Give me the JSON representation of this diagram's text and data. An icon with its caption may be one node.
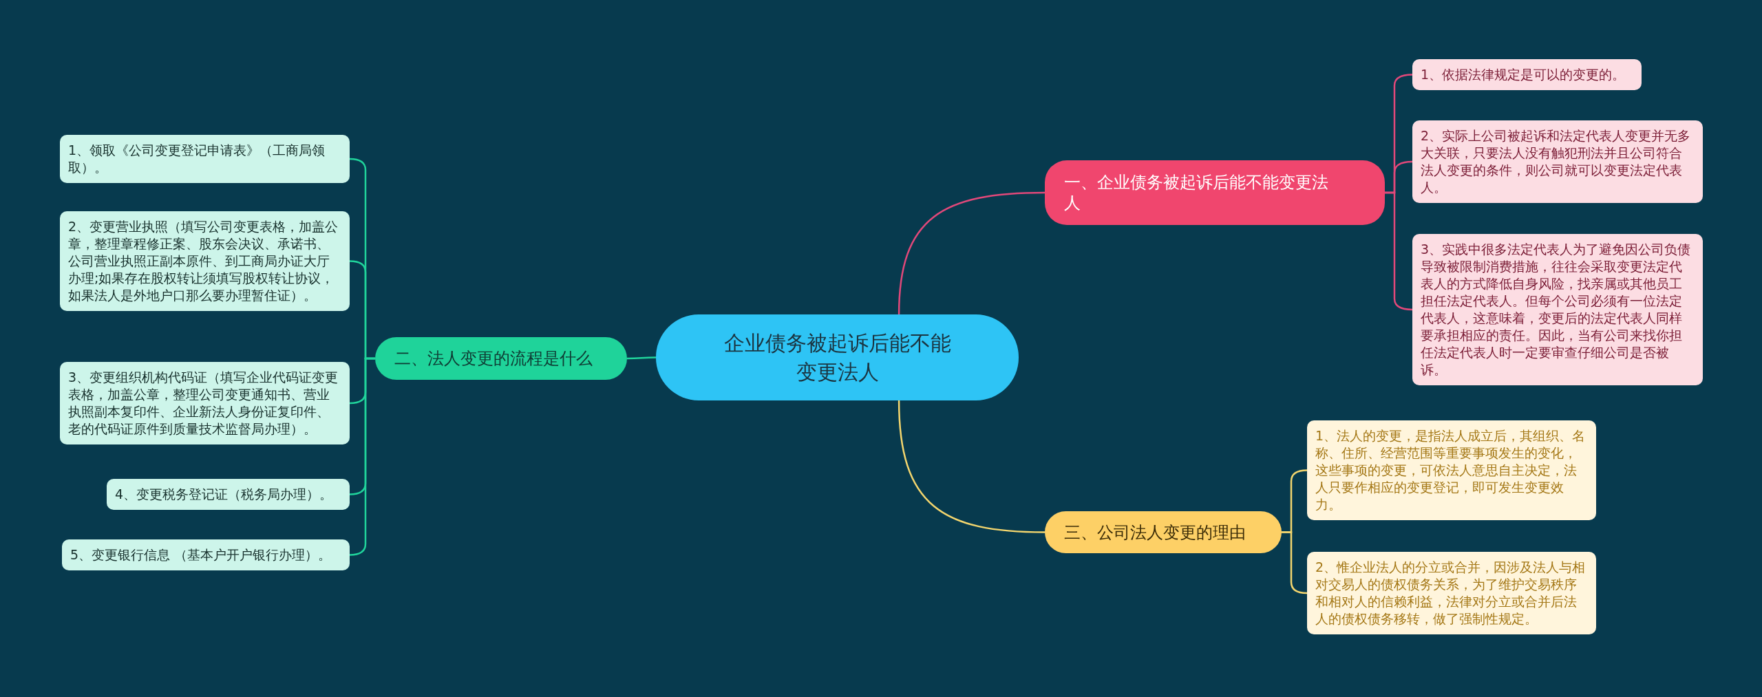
{
  "diagram": {
    "nodes": [
      {
        "text": [
          "企业债务被起诉后能不能变更法人"
        ]
      },
      {
        "text": [
          "一、企业债务被起诉后能不能变更法人"
        ]
      },
      {
        "text": [
          "1、依据法律规定是可以的变更的。"
        ]
      },
      {
        "text": [
          "2、实际上公司被起诉和法定代表人变更并无多大关联，只要法人没有触犯刑法并且公司符合法人变更的条件，则公司就可以变更法定代表人。"
        ]
      },
      {
        "text": [
          "3、实践中很多法定代表人为了避免因公司负债导致被限制消费措施，往往会采取变更法定代表人的方式降低自身风险，找亲属或其他员工担任法定代表人。但每个公司必须有一位法定代表人，这意味着，变更后的法定代表人同样要承担相应的责任。因此，当有公司来找你担任法定代表人时一定要审查仔细公司是否被诉。"
        ]
      },
      {
        "text": [
          "二、法人变更的流程是什么"
        ]
      },
      {
        "text": [
          "1、领取《公司变更登记申请表》（工商局领取）。"
        ]
      },
      {
        "text": [
          "2、变更营业执照（填写公司变更表格，加盖公章，整理章程修正案、股东会决议、承诺书、公司营业执照正副本原件、到工商局办证大厅办理;如果存在股权转让须填写股权转让协议，如果法人是外地户口那么要办理暂住证）。"
        ]
      },
      {
        "text": [
          "3、变更组织机构代码证（填写企业代码证变更表格，加盖公章，整理公司变更通知书、营业执照副本复印件、企业新法人身份证复印件、老的代码证原件到质量技术监督局办理）。"
        ]
      },
      {
        "text": [
          "4、变更税务登记证（税务局办理）。"
        ]
      },
      {
        "text": [
          "5、变更银行信息 （基本户开户银行办理）。"
        ]
      },
      {
        "text": [
          "三、公司法人变更的理由"
        ]
      },
      {
        "text": [
          "1、法人的变更，是指法人成立后，其组织、名称、住所、经营范围等重要事项发生的变化，这些事项的变更，可依法人意思自主决定，法人只要作相应的变更登记，即可发生变更效力。"
        ]
      },
      {
        "text": [
          "2、惟企业法人的分立或合并，因涉及法人与相对交易人的债权债务关系，为了维护交易秩序和相对人的信赖利益，法律对分立或合并后法人的债权债务移转，做了强制性规定。"
        ]
      }
    ],
    "edges": [
      {
        "from": 0,
        "to": 1,
        "arrow": "none",
        "color": "#e2487a"
      },
      {
        "from": 1,
        "to": 2,
        "arrow": "none",
        "color": "#e2487a"
      },
      {
        "from": 1,
        "to": 3,
        "arrow": "none",
        "color": "#e2487a"
      },
      {
        "from": 1,
        "to": 4,
        "arrow": "none",
        "color": "#e2487a"
      },
      {
        "from": 0,
        "to": 5,
        "arrow": "none"
      },
      {
        "from": 5,
        "to": 6,
        "arrow": "none"
      },
      {
        "from": 5,
        "to": 7,
        "arrow": "none"
      },
      {
        "from": 5,
        "to": 8,
        "arrow": "none"
      },
      {
        "from": 5,
        "to": 9,
        "arrow": "none"
      },
      {
        "from": 5,
        "to": 10,
        "arrow": "none"
      },
      {
        "from": 0,
        "to": 11,
        "arrow": "none",
        "color": "#f4d66e"
      },
      {
        "from": 11,
        "to": 12,
        "arrow": "none",
        "color": "#f4d66e"
      },
      {
        "from": 11,
        "to": 13,
        "arrow": "none",
        "color": "#f4d66e"
      }
    ]
  }
}
